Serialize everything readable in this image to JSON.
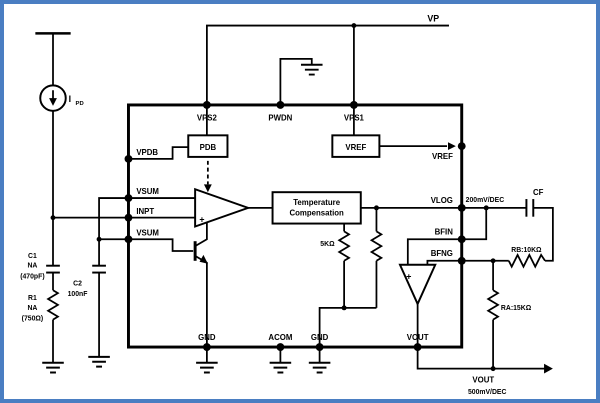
{
  "colors": {
    "frame": "#4a7ec2",
    "ink": "#000000",
    "background": "#ffffff"
  },
  "supply": {
    "vp": "VP"
  },
  "photodiode": {
    "symbol_main": "I",
    "symbol_sub": "PD"
  },
  "ic": {
    "pins": {
      "top": [
        "VPS2",
        "PWDN",
        "VPS1"
      ],
      "left": [
        "VPDB",
        "VSUM",
        "INPT",
        "VSUM"
      ],
      "right": [
        "VREF",
        "VLOG",
        "BFIN",
        "BFNG"
      ],
      "bottom": [
        "GND",
        "ACOM",
        "GND",
        "VOUT"
      ]
    },
    "blocks": {
      "pdb": "PDB",
      "vref": "VREF",
      "temp_comp_line1": "Temperature",
      "temp_comp_line2": "Compensation",
      "internal_resistor": "5KΩ"
    },
    "amp_plus": "+",
    "buffer_plus": "+"
  },
  "external": {
    "c1": {
      "name": "C1",
      "status": "NA",
      "value": "(470pF)"
    },
    "r1": {
      "name": "R1",
      "status": "NA",
      "value": "(750Ω)"
    },
    "c2": {
      "name": "C2",
      "value": "100nF"
    },
    "cf": "CF",
    "rb": "RB:10KΩ",
    "ra": "RA:15KΩ",
    "vlog_scale": "200mV/DEC",
    "vout": "VOUT",
    "vout_scale": "500mV/DEC"
  }
}
